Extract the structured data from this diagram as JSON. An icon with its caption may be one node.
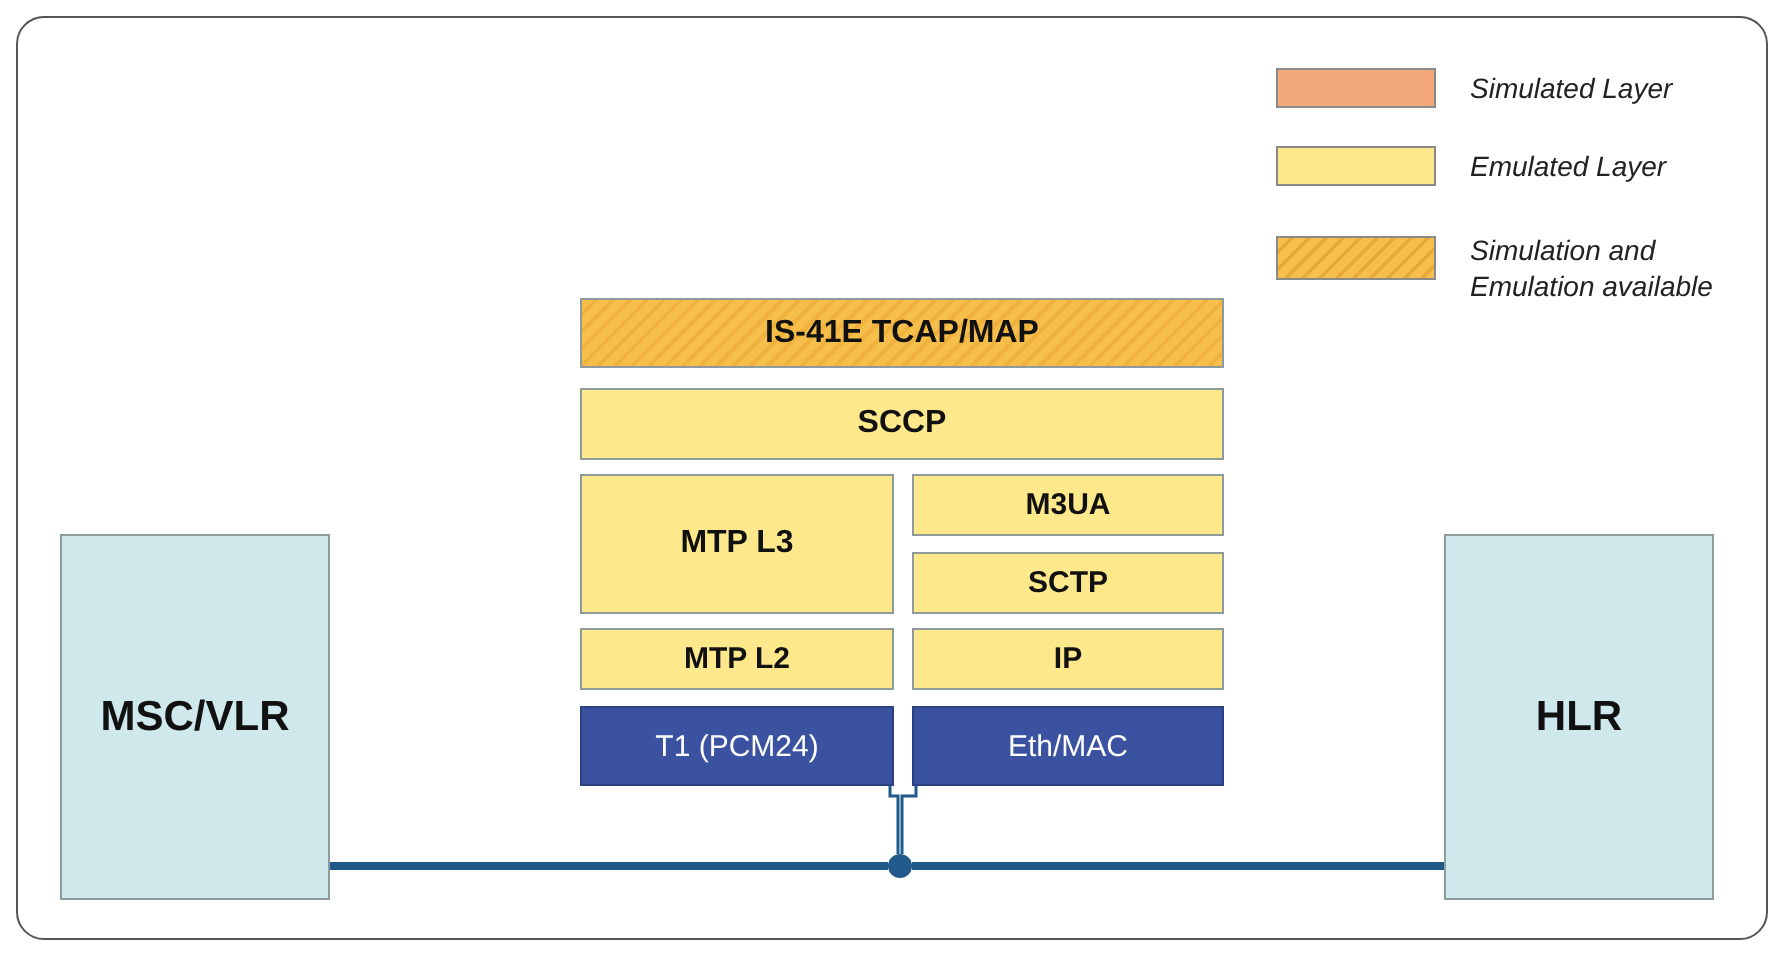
{
  "diagram": {
    "nodes": [
      {
        "text": [
          "IS-41E TCAP/MAP"
        ]
      },
      {
        "text": [
          "SCCP"
        ]
      },
      {
        "text": [
          "MTP L3"
        ]
      },
      {
        "text": [
          "M3UA"
        ]
      },
      {
        "text": [
          "SCTP"
        ]
      },
      {
        "text": [
          "MSC/VLR"
        ]
      },
      {
        "text": [
          "HLR"
        ]
      },
      {
        "text": [
          "MTP L2"
        ]
      },
      {
        "text": [
          "IP"
        ]
      },
      {
        "text": [
          "T1 (PCM24)"
        ]
      },
      {
        "text": [
          "Eth/MAC"
        ]
      },
      {
        "text": [],
        "shape": "circle"
      }
    ],
    "edges": [
      {
        "from": 5,
        "to": 11,
        "arrow": "none",
        "style": "thick"
      },
      {
        "from": 11,
        "to": 6,
        "arrow": "none",
        "style": "thick"
      },
      {
        "from": 11,
        "to": 9,
        "arrow": "none"
      },
      {
        "from": 11,
        "to": 10,
        "arrow": "none"
      }
    ],
    "legend": [
      {
        "text": "Simulated Layer",
        "color": "#f4a97a"
      },
      {
        "text": "Emulated Layer",
        "color": "#fde98c"
      },
      {
        "text": "Simulation and Emulation available",
        "color": "#f6bf4c"
      }
    ]
  }
}
